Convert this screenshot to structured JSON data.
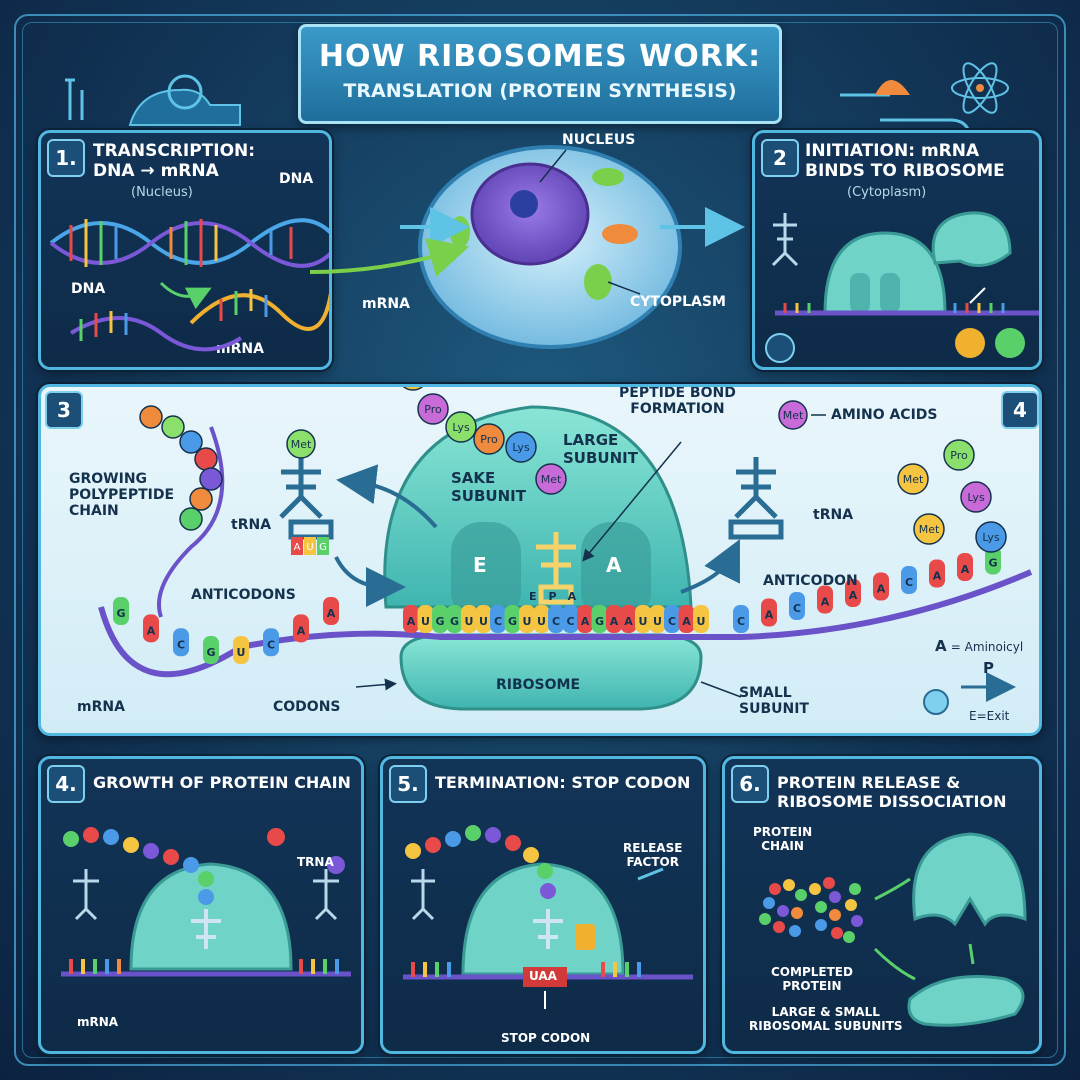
{
  "title": {
    "line1": "HOW RIBOSOMES WORK:",
    "line2": "TRANSLATION (PROTEIN SYNTHESIS)"
  },
  "panel1": {
    "number": "1.",
    "title_line1": "TRANSCRIPTION:",
    "title_line2": "DNA → mRNA",
    "subtitle": "(Nucleus)",
    "label_dna_top": "DNA",
    "label_dna_left": "DNA",
    "label_mrna": "mRNA"
  },
  "cell": {
    "label_nucleus": "NUCLEUS",
    "label_cytoplasm": "CYTOPLASM",
    "label_mrna": "mRNA"
  },
  "panel2": {
    "number": "2",
    "title_line1": "INITIATION: mRNA",
    "title_line2": "BINDS TO RIBOSOME",
    "subtitle": "(Cytoplasm)"
  },
  "main": {
    "number_left": "3",
    "number_right": "4",
    "label_peptide_line1": "PEPTIDE BOND",
    "label_peptide_line2": "FORMATION",
    "label_large_line1": "LARGE",
    "label_large_line2": "SUBUNIT",
    "label_sake_line1": "SAKE",
    "label_sake_line2": "SUBUNIT",
    "label_growing_line1": "GROWING",
    "label_growing_line2": "POLYPEPTIDE",
    "label_growing_line3": "CHAIN",
    "label_trna_left": "tRNA",
    "label_trna_right": "tRNA",
    "label_anticodons": "ANTICODONS",
    "label_anticodon": "ANTICODON",
    "label_amino_acids": "AMINO ACIDS",
    "label_mrna": "mRNA",
    "label_codons": "CODONS",
    "label_ribosome": "RIBOSOME",
    "label_small_line1": "SMALL",
    "label_small_line2": "SUBUNIT",
    "site_e": "E",
    "site_a": "A",
    "site_labels": [
      "E",
      "P",
      "A"
    ],
    "legend_a": "A",
    "legend_a_text": "= Aminoicyl",
    "legend_p": "P",
    "legend_e": "E=Exit",
    "anticodon_left": [
      "A",
      "U",
      "G"
    ],
    "amino_chain_top": [
      "Met",
      "Pro",
      "Lys",
      "Pro",
      "Lys",
      "Met"
    ],
    "amino_trna_left": "Met",
    "amino_trna_right": "Met",
    "amino_cluster": [
      "Met",
      "Pro",
      "Met",
      "Lys",
      "Lys"
    ],
    "mrna_bases_center": [
      "A",
      "U",
      "G",
      "G",
      "U",
      "U",
      "C",
      "G",
      "U",
      "U",
      "C",
      "C",
      "A",
      "G",
      "A",
      "A",
      "U",
      "U",
      "C",
      "A",
      "U"
    ],
    "mrna_bases_left": [
      "G",
      "A",
      "C",
      "G",
      "U",
      "C",
      "A",
      "A"
    ],
    "mrna_bases_right": [
      "C",
      "A",
      "C",
      "A",
      "A",
      "A",
      "C",
      "A",
      "A",
      "G"
    ]
  },
  "panel4": {
    "number": "4.",
    "title": "GROWTH OF PROTEIN CHAIN",
    "label_trna": "TRNA",
    "label_mrna": "mRNA"
  },
  "panel5": {
    "number": "5.",
    "title": "TERMINATION: STOP CODON",
    "label_release_line1": "RELEASE",
    "label_release_line2": "FACTOR",
    "stop_codon": "UAA",
    "label_stop": "STOP CODON"
  },
  "panel6": {
    "number": "6.",
    "title_line1": "PROTEIN RELEASE &",
    "title_line2": "RIBOSOME DISSOCIATION",
    "label_chain_line1": "PROTEIN",
    "label_chain_line2": "CHAIN",
    "label_completed_line1": "COMPLETED",
    "label_completed_line2": "PROTEIN",
    "label_subunits_line1": "LARGE & SMALL",
    "label_subunits_line2": "RIBOSOMAL SUBUNITS"
  },
  "colors": {
    "ribosome": "#6fd3c8",
    "mrna": "#6a52c8",
    "panel_border": "#4fb7e0",
    "background": "#13385a"
  }
}
